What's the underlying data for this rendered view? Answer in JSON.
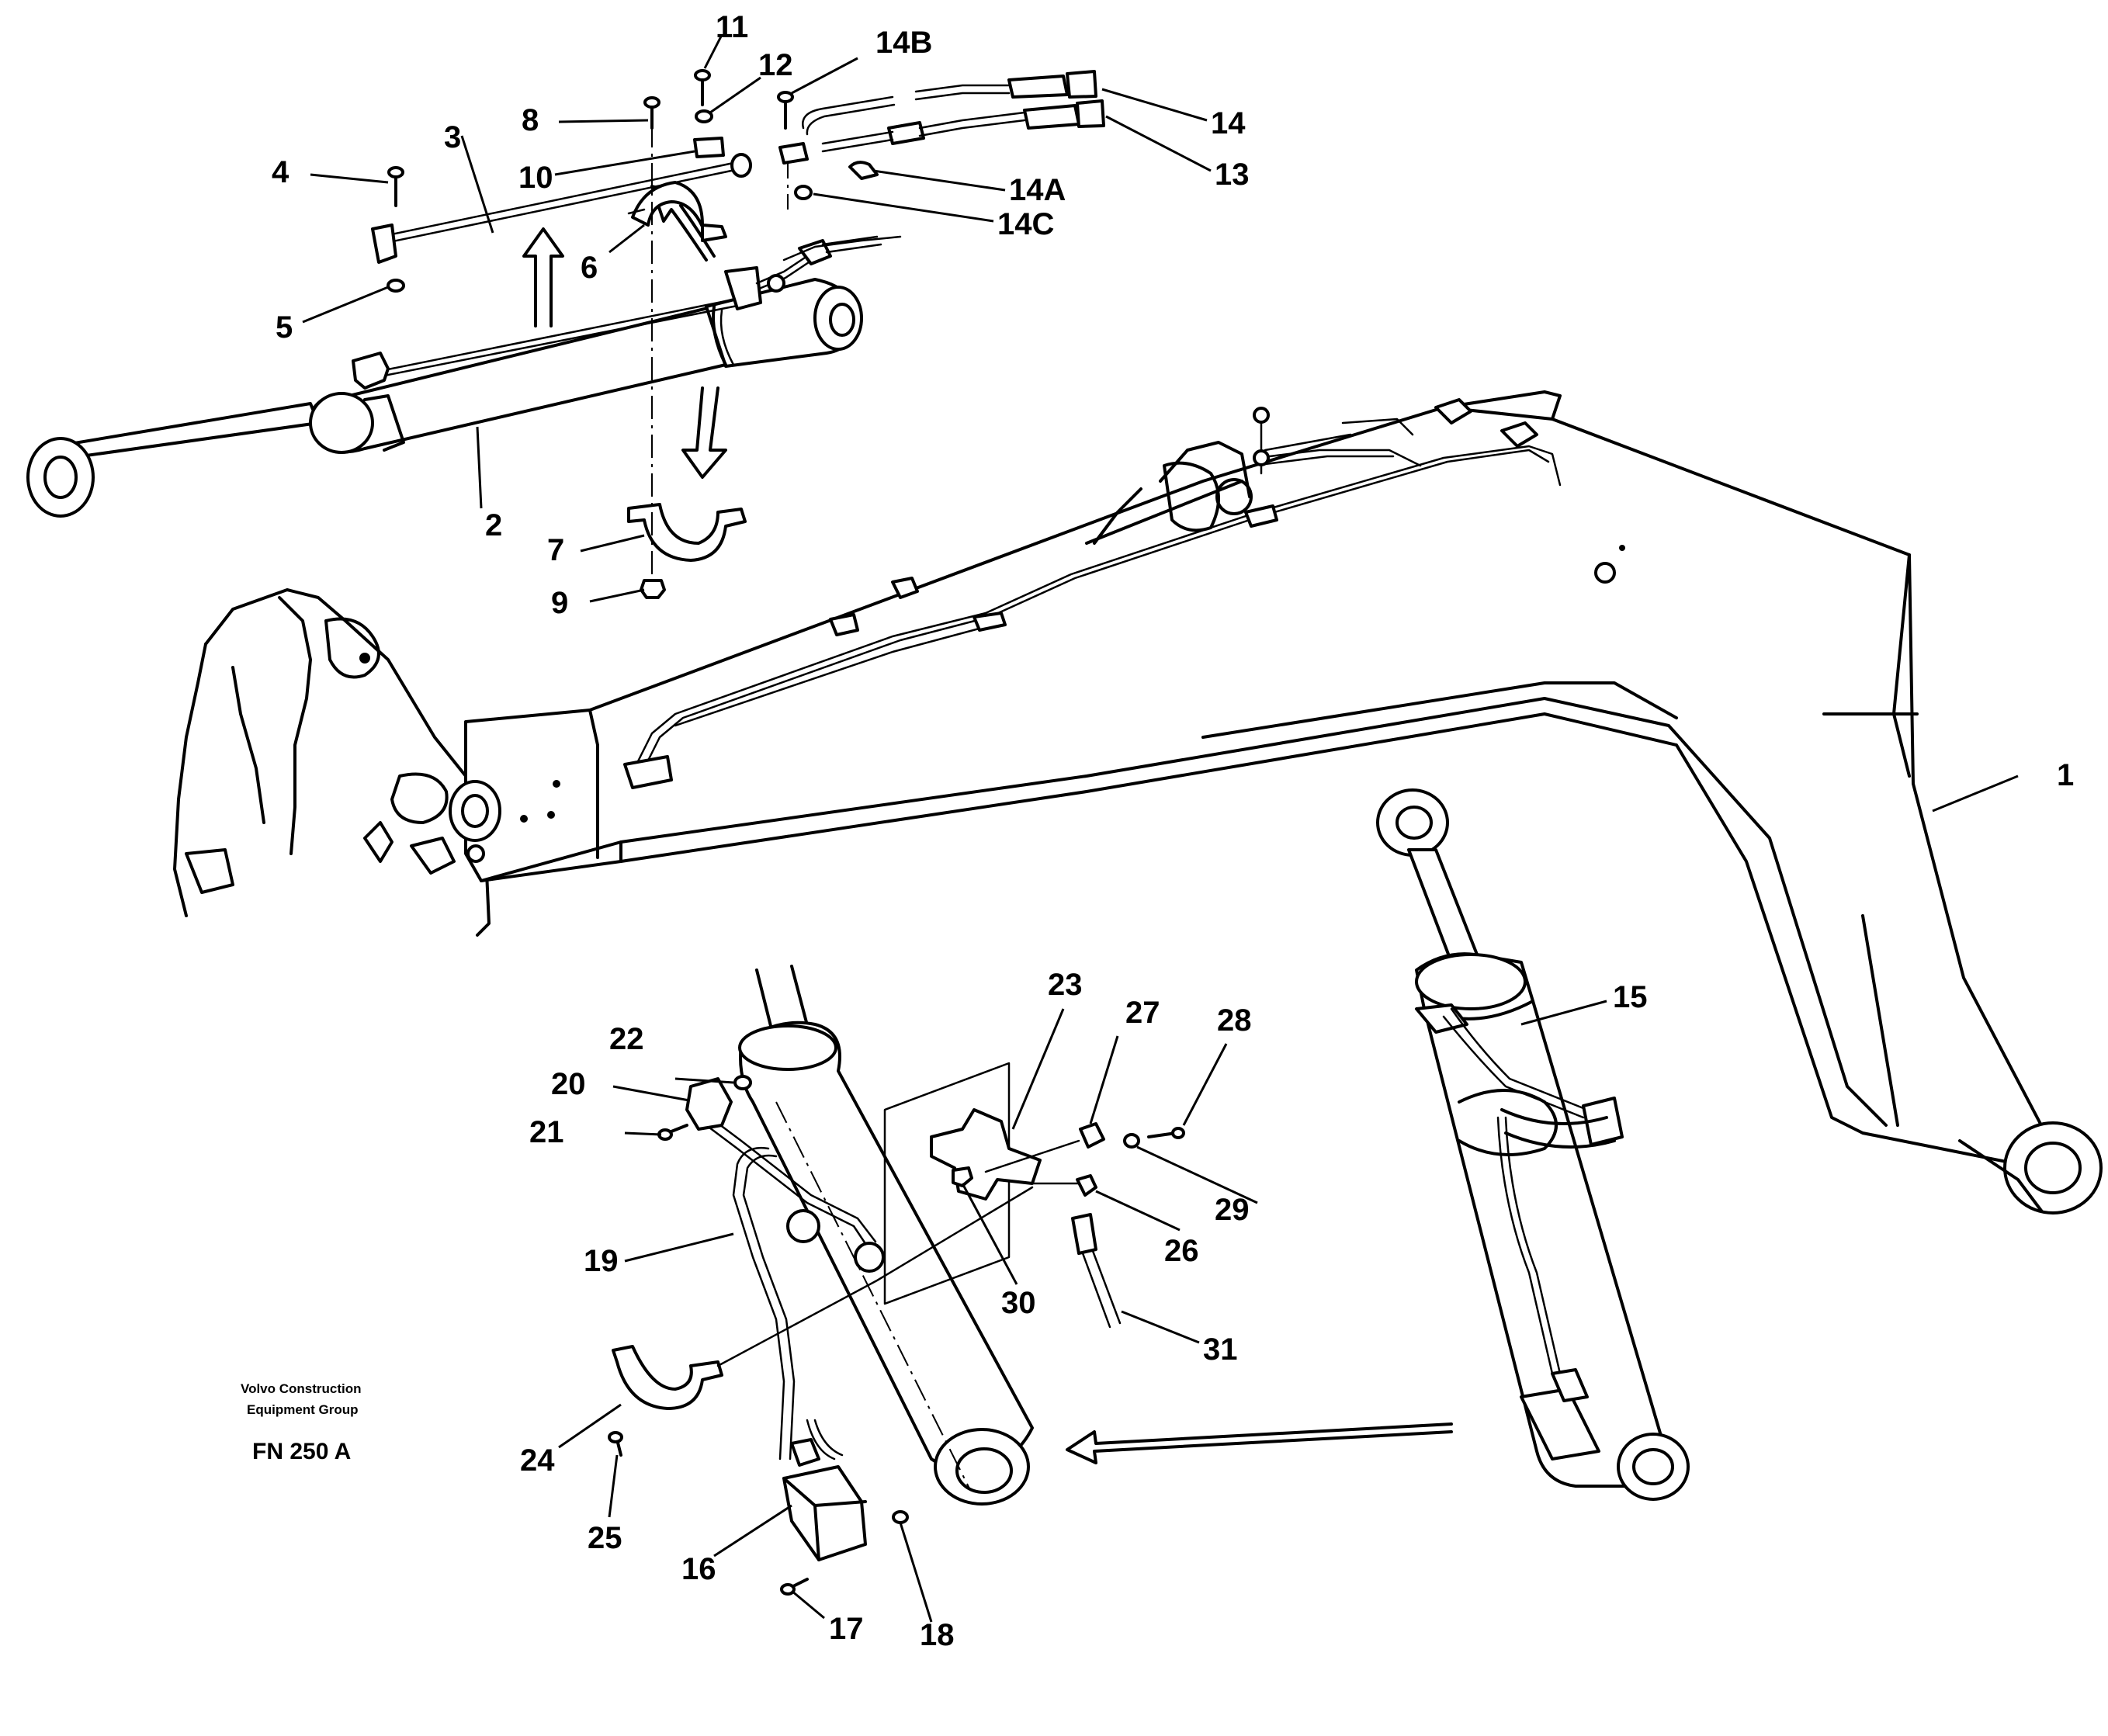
{
  "diagram": {
    "callouts": {
      "c1": "1",
      "c2": "2",
      "c3": "3",
      "c4": "4",
      "c5": "5",
      "c6": "6",
      "c7": "7",
      "c8": "8",
      "c9": "9",
      "c10": "10",
      "c11": "11",
      "c12": "12",
      "c13": "13",
      "c14": "14",
      "c14A": "14A",
      "c14B": "14B",
      "c14C": "14C",
      "c15": "15",
      "c16": "16",
      "c17": "17",
      "c18": "18",
      "c19": "19",
      "c20": "20",
      "c21": "21",
      "c22": "22",
      "c23": "23",
      "c24": "24",
      "c25": "25",
      "c26": "26",
      "c27": "27",
      "c28": "28",
      "c29": "29",
      "c30": "30",
      "c31": "31"
    },
    "credit_line1": "Volvo Construction",
    "credit_line2": "Equipment Group",
    "figure_code": "FN 250 A"
  }
}
